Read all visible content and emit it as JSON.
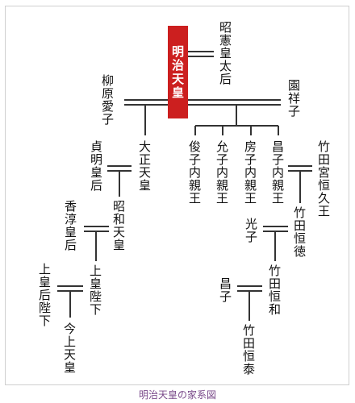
{
  "caption": "明治天皇の家系図",
  "colors": {
    "highlight": "#cc1f1f",
    "line": "#333333",
    "text": "#111111",
    "caption": "#7a4a8a"
  },
  "people": {
    "meiji": "明治天皇",
    "shoken": "昭憲皇太后",
    "yanagihara": "柳原愛子",
    "sono": "園祥子",
    "taisho": "大正天皇",
    "masako": "昌子内親王",
    "fusako": "房子内親王",
    "nobuko": "允子内親王",
    "toshiko": "俊子内親王",
    "teimei": "貞明皇后",
    "showa": "昭和天皇",
    "kojun": "香淳皇后",
    "joko": "上皇陛下",
    "jokogo": "上皇后陛下",
    "kinjo": "今上天皇",
    "tsunehisa": "竹田宮恒久王",
    "mitsuko": "光子",
    "tsunenori": "竹田恒徳",
    "tsunekazu": "竹田恒和",
    "akiko": "昌子",
    "tsunetaka": "竹田恒泰"
  }
}
